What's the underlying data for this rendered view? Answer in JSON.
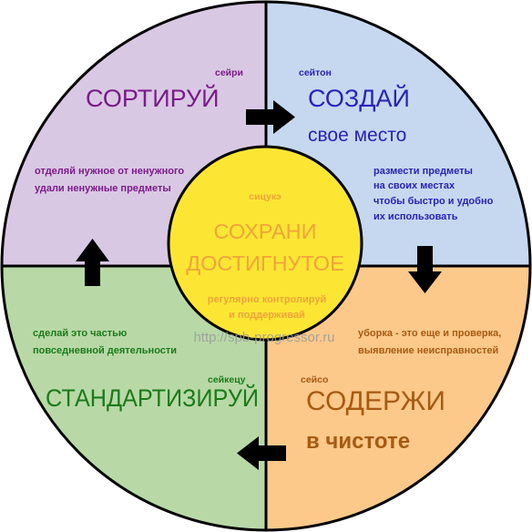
{
  "quadrants": {
    "top_left": {
      "japanese": "сейри",
      "title": "СОРТИРУЙ",
      "desc_lines": [
        "отделяй нужное от ненужного",
        "удали ненужные предметы"
      ],
      "fill": "#d9c8e3",
      "title_color": "#7a1b8a",
      "text_color": "#7a1b8a"
    },
    "top_right": {
      "japanese": "сейтон",
      "title": "СОЗДАЙ",
      "subtitle": "свое место",
      "desc_lines": [
        "размести предметы",
        "на своих местах",
        "чтобы быстро и удобно",
        "их использовать"
      ],
      "fill": "#c5d8f0",
      "title_color": "#2a22b8",
      "text_color": "#2a22b8"
    },
    "bottom_left": {
      "japanese": "сейкецу",
      "title": "СТАНДАРТИЗИРУЙ",
      "desc_lines": [
        "сделай это частью",
        "повседневной деятельности"
      ],
      "fill": "#b8d9a6",
      "title_color": "#1a7a1a",
      "text_color": "#1a7a1a"
    },
    "bottom_right": {
      "japanese": "сейсо",
      "title": "СОДЕРЖИ",
      "subtitle": "в чистоте",
      "desc_lines": [
        "уборка - это еще и проверка,",
        "выявление неисправностей"
      ],
      "fill": "#fcc98a",
      "title_color": "#a85a12",
      "text_color": "#a85a12"
    }
  },
  "center": {
    "japanese": "сицукэ",
    "title_lines": [
      "СОХРАНИ",
      "ДОСТИГНУТОЕ"
    ],
    "desc_lines": [
      "регулярно контролируй",
      "и поддерживай"
    ],
    "fill": "#fde633",
    "text_color": "#f2a33a"
  },
  "watermark": "http://spb-progressor.ru",
  "colors": {
    "outline": "#000000",
    "arrow": "#000000"
  }
}
